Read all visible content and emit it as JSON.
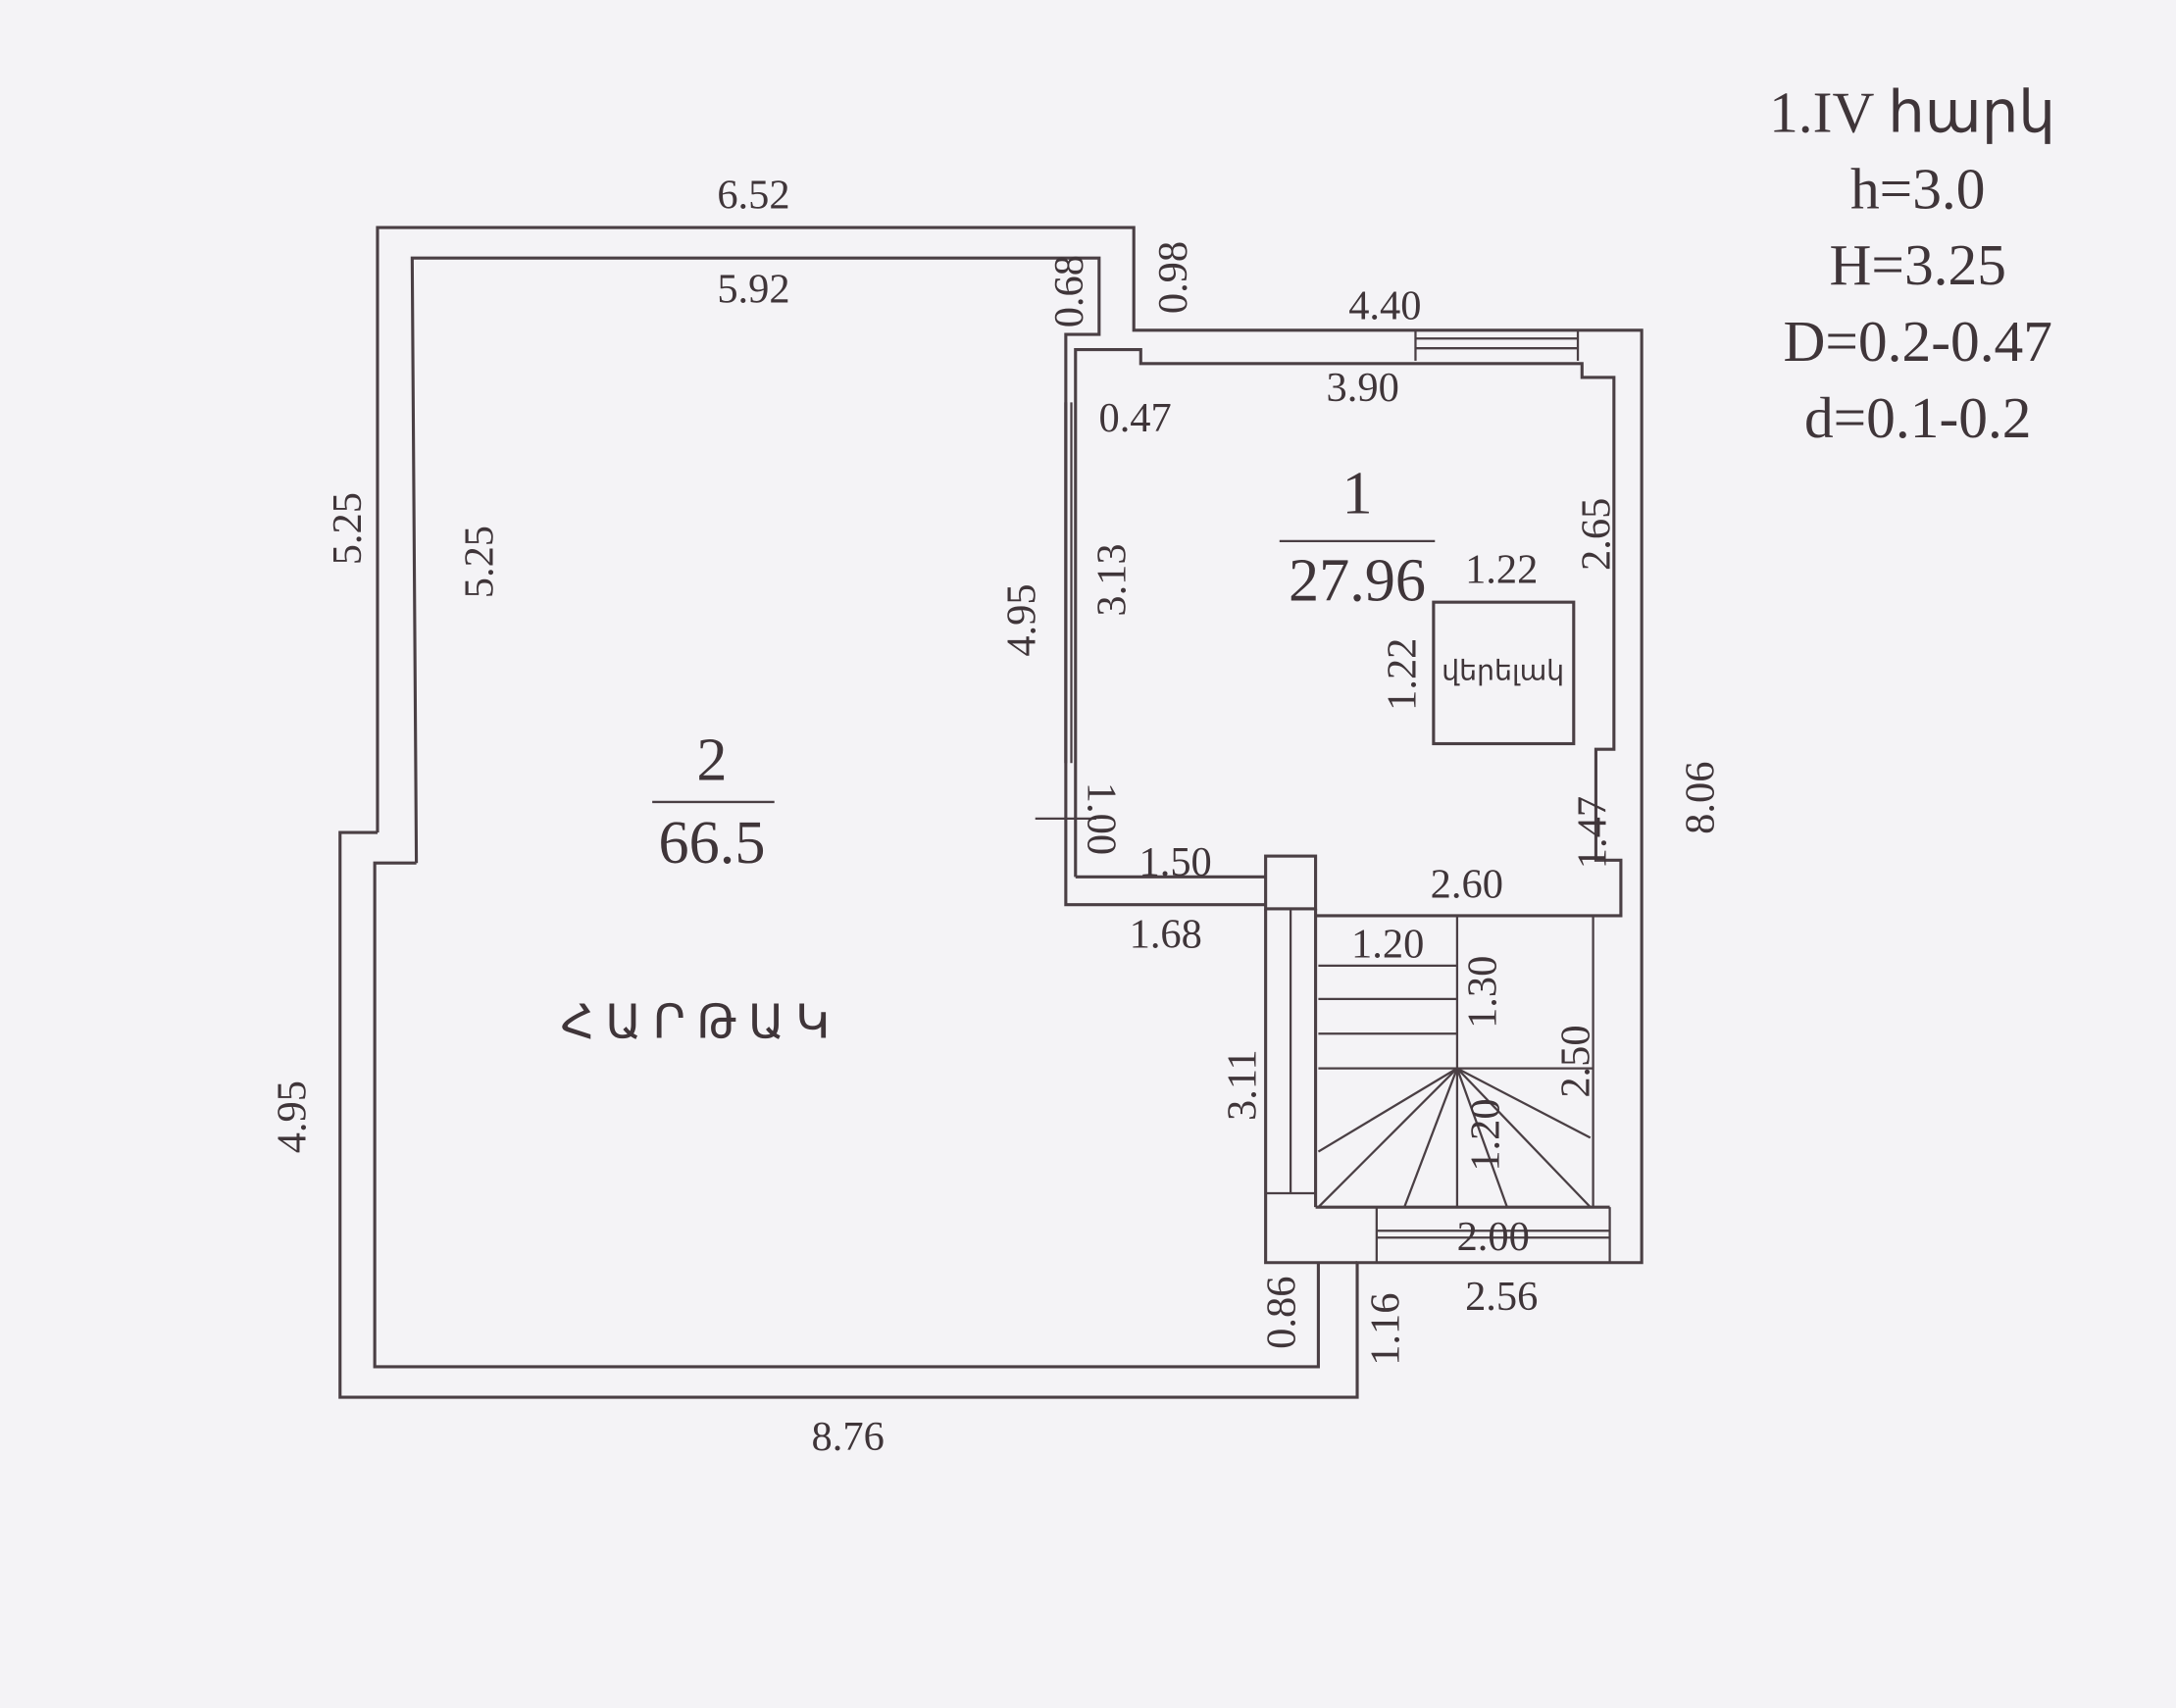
{
  "header": {
    "floor": "1.IV հարկ",
    "h": "h=3.0",
    "H": "H=3.25",
    "D": "D=0.2-0.47",
    "d": "d=0.1-0.2"
  },
  "rooms": [
    {
      "number": "1",
      "area": "27.96"
    },
    {
      "number": "2",
      "area": "66.5",
      "name": "ՀԱՐԹԱԿ"
    }
  ],
  "elevator": {
    "label": "վերելակ",
    "width": "1.22",
    "depth": "1.22"
  },
  "dimensions": {
    "top_outer": "6.52",
    "top_inner": "5.92",
    "d068": "0.68",
    "d098": "0.98",
    "room1_top_outer": "4.40",
    "room1_top_inner": "3.90",
    "d047": "0.47",
    "left_outer_upper": "5.25",
    "left_inner_upper": "5.25",
    "left_outer_lower": "4.95",
    "mid_495": "4.95",
    "d313": "3.13",
    "d265": "2.65",
    "d806": "8.06",
    "d100": "1.00",
    "d150": "1.50",
    "d168": "1.68",
    "d147": "1.47",
    "d260": "2.60",
    "d120a": "1.20",
    "d130": "1.30",
    "d250": "2.50",
    "d120b": "1.20",
    "d311": "3.11",
    "d200": "2.00",
    "d256": "2.56",
    "d086": "0.86",
    "d116": "1.16",
    "bottom": "8.76"
  }
}
